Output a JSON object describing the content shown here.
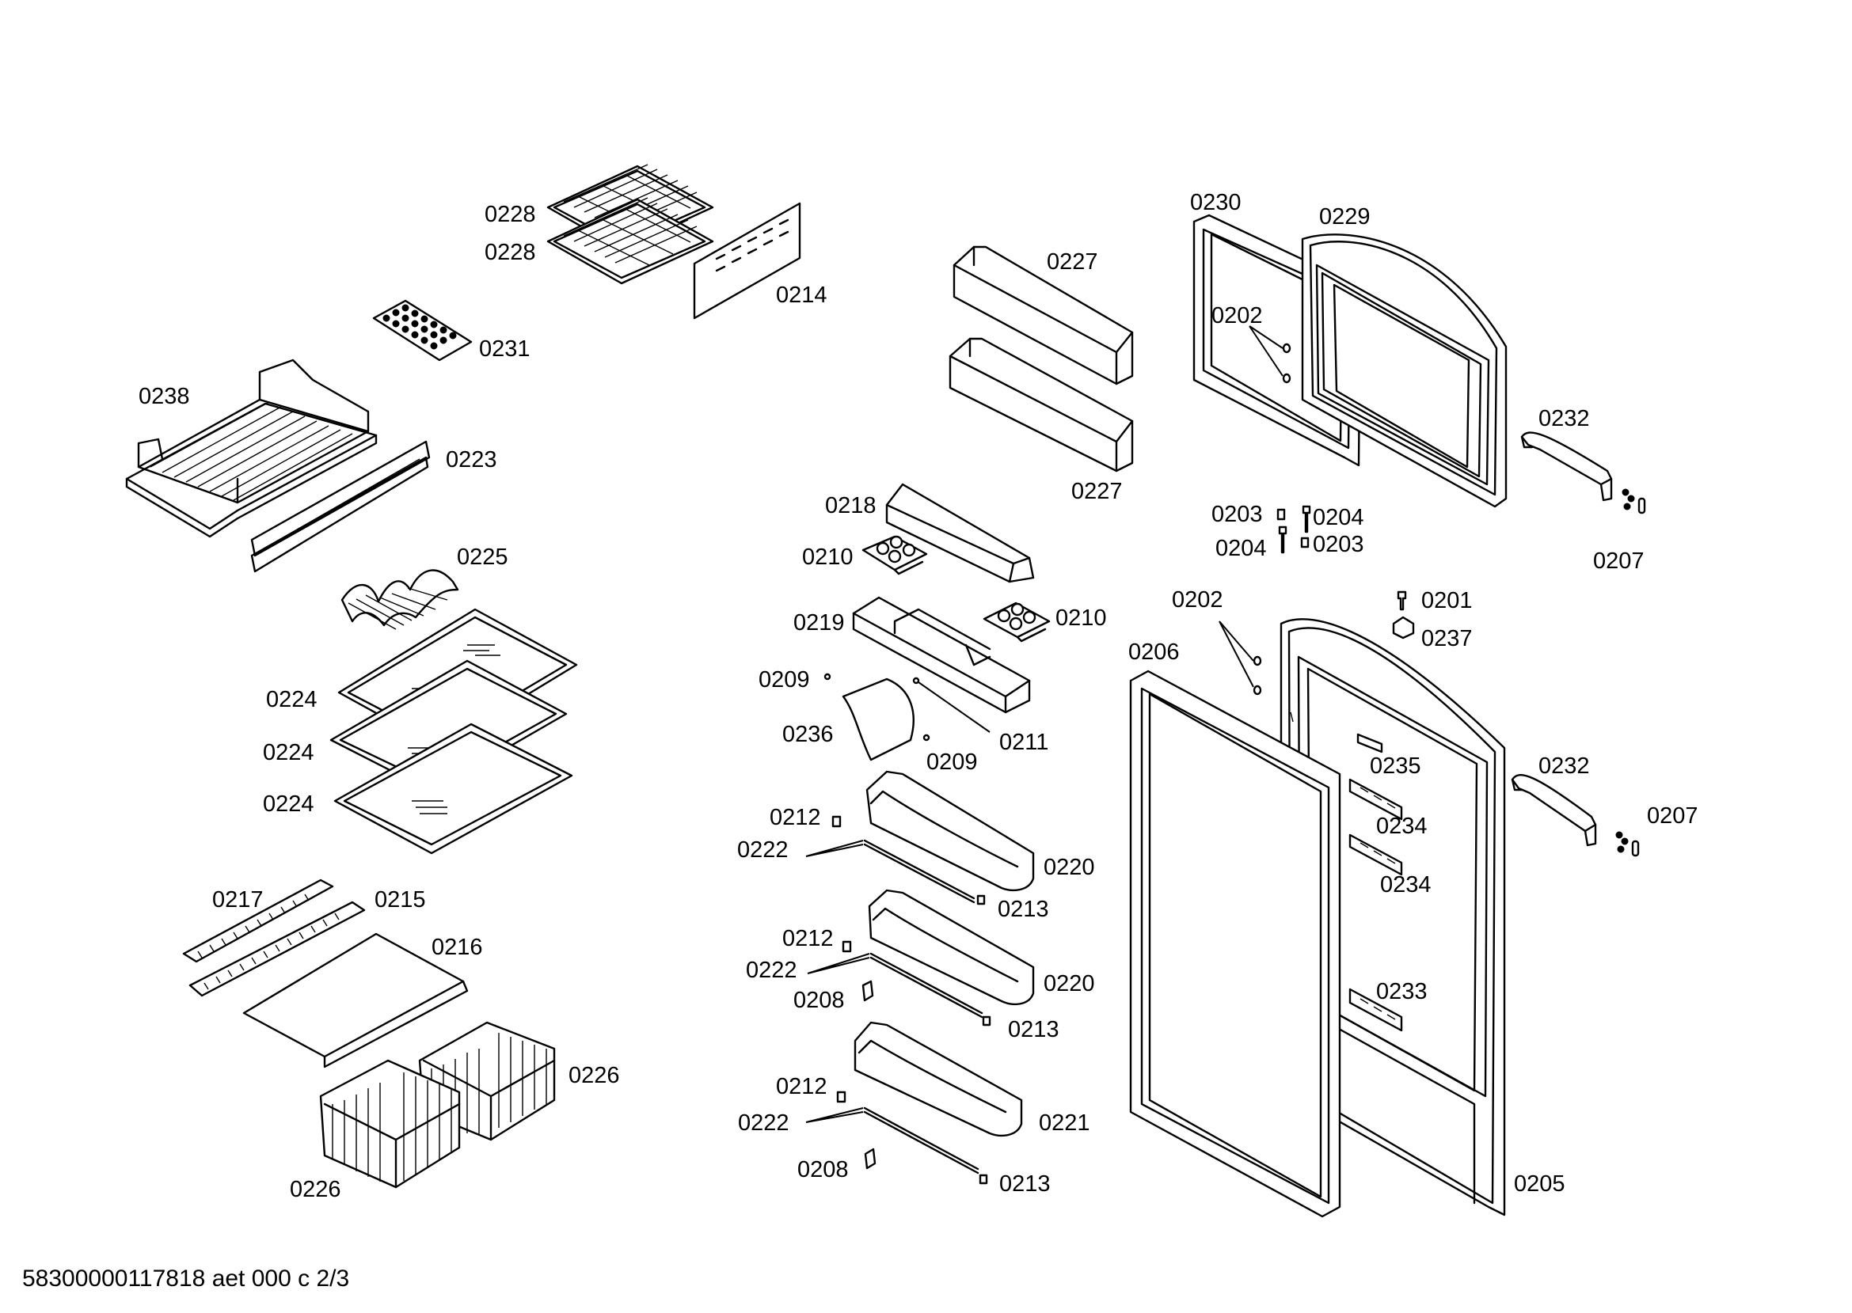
{
  "diagram": {
    "labels": {
      "l0228a": "0228",
      "l0228b": "0228",
      "l0214": "0214",
      "l0231": "0231",
      "l0238": "0238",
      "l0223": "0223",
      "l0225": "0225",
      "l0224a": "0224",
      "l0224b": "0224",
      "l0224c": "0224",
      "l0217": "0217",
      "l0215": "0215",
      "l0216": "0216",
      "l0226a": "0226",
      "l0226b": "0226",
      "l0227a": "0227",
      "l0227b": "0227",
      "l0218": "0218",
      "l0210a": "0210",
      "l0210b": "0210",
      "l0219": "0219",
      "l0209a": "0209",
      "l0209b": "0209",
      "l0236": "0236",
      "l0211": "0211",
      "l0212a": "0212",
      "l0222a": "0222",
      "l0220a": "0220",
      "l0213a": "0213",
      "l0212b": "0212",
      "l0222b": "0222",
      "l0208a": "0208",
      "l0220b": "0220",
      "l0213b": "0213",
      "l0212c": "0212",
      "l0222c": "0222",
      "l0208b": "0208",
      "l0221": "0221",
      "l0213c": "0213",
      "l0230": "0230",
      "l0229": "0229",
      "l0202a": "0202",
      "l0232a": "0232",
      "l0203a": "0203",
      "l0204a": "0204",
      "l0204b": "0204",
      "l0203b": "0203",
      "l0207a": "0207",
      "l0202b": "0202",
      "l0201": "0201",
      "l0237": "0237",
      "l0206": "0206",
      "l0235": "0235",
      "l0234a": "0234",
      "l0234b": "0234",
      "l0233": "0233",
      "l0232b": "0232",
      "l0207b": "0207",
      "l0205": "0205"
    }
  },
  "footer": {
    "document_code": "58300000117818 aet 000 c 2/3"
  }
}
